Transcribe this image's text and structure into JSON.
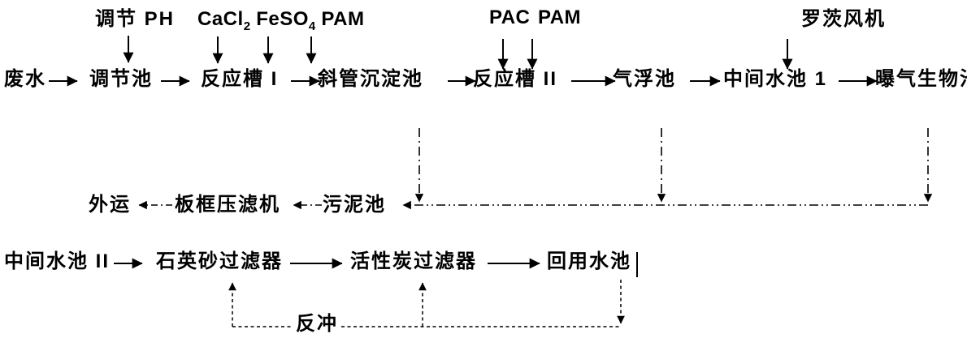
{
  "colors": {
    "ink": "#000000",
    "background": "#ffffff"
  },
  "labels": {
    "dosing": {
      "adjust_ph": "调节 PH",
      "cacl2_base": "CaCl",
      "cacl2_sub": "2",
      "feso4_base": " FeSO",
      "feso4_sub": "4",
      "pam1": " PAM",
      "pac": "PAC",
      "pam2": "PAM",
      "roots_blower": "罗茨风机"
    },
    "main_flow": [
      "废水",
      "调节池",
      "反应槽 I",
      "斜管沉淀池",
      "反应槽 II",
      "气浮池",
      "中间水池 1",
      "曝气生物池"
    ],
    "sludge_flow": [
      "外运",
      "板框压滤机",
      "污泥池"
    ],
    "reuse_flow": [
      "中间水池 II",
      "石英砂过滤器",
      "活性炭过滤器",
      "回用水池"
    ],
    "backwash": "反冲"
  },
  "edges": [
    {
      "from": "废水",
      "to": "调节池",
      "style": "solid-arrow"
    },
    {
      "from": "调节池",
      "to": "反应槽 I",
      "style": "solid-arrow"
    },
    {
      "from": "反应槽 I",
      "to": "斜管沉淀池",
      "style": "solid-arrow"
    },
    {
      "from": "斜管沉淀池",
      "to": "反应槽 II",
      "style": "solid-arrow"
    },
    {
      "from": "反应槽 II",
      "to": "气浮池",
      "style": "solid-arrow"
    },
    {
      "from": "气浮池",
      "to": "中间水池 1",
      "style": "solid-arrow"
    },
    {
      "from": "中间水池 1",
      "to": "曝气生物池",
      "style": "solid-arrow"
    },
    {
      "from": "调节 PH",
      "to": "调节池",
      "style": "solid-arrow-down"
    },
    {
      "from": "CaCl2 FeSO4 PAM",
      "to": "反应槽 I",
      "style": "solid-arrow-down",
      "arrow_count": 3
    },
    {
      "from": "PAC",
      "to": "反应槽 II",
      "style": "solid-arrow-down"
    },
    {
      "from": "PAM",
      "to": "反应槽 II",
      "style": "solid-arrow-down"
    },
    {
      "from": "罗茨风机",
      "to": "中间水池 1",
      "style": "solid-arrow-down"
    },
    {
      "from": "斜管沉淀池",
      "to": "污泥池",
      "style": "dash-dot-arrow"
    },
    {
      "from": "气浮池",
      "to": "污泥池",
      "style": "dash-dot-arrow"
    },
    {
      "from": "曝气生物池",
      "to": "污泥池",
      "style": "dash-dot-arrow"
    },
    {
      "from": "污泥池",
      "to": "板框压滤机",
      "style": "dash-dot-arrow"
    },
    {
      "from": "板框压滤机",
      "to": "外运",
      "style": "dash-dot-arrow"
    },
    {
      "from": "中间水池 II",
      "to": "石英砂过滤器",
      "style": "solid-arrow"
    },
    {
      "from": "石英砂过滤器",
      "to": "活性炭过滤器",
      "style": "solid-arrow"
    },
    {
      "from": "活性炭过滤器",
      "to": "回用水池",
      "style": "solid-arrow"
    },
    {
      "from": "回用水池",
      "to": "石英砂过滤器",
      "style": "dashed-arrow",
      "label": "反冲"
    },
    {
      "from": "回用水池",
      "to": "活性炭过滤器",
      "style": "dashed-arrow",
      "label": "反冲"
    }
  ]
}
